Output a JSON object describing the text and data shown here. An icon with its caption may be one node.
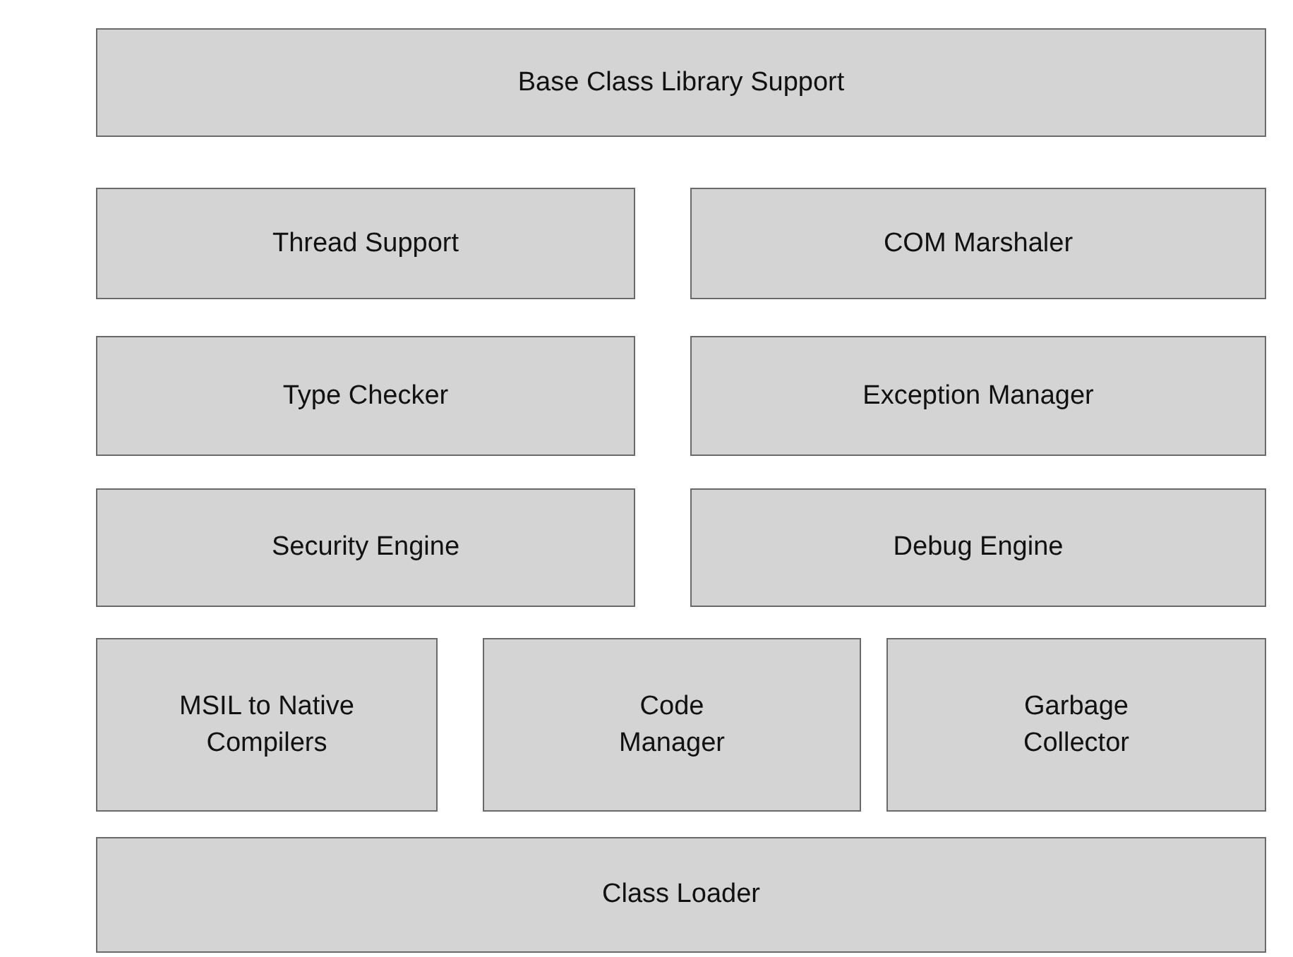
{
  "diagram": {
    "nodes": [
      {
        "text": [
          "Base Class Library Support"
        ]
      },
      {
        "text": [
          "Thread Support"
        ]
      },
      {
        "text": [
          "COM Marshaler"
        ]
      },
      {
        "text": [
          "Type Checker"
        ]
      },
      {
        "text": [
          "Exception Manager"
        ]
      },
      {
        "text": [
          "Security Engine"
        ]
      },
      {
        "text": [
          "Debug Engine"
        ]
      },
      {
        "text": [
          "MSIL to Native Compilers"
        ]
      },
      {
        "text": [
          "Code Manager"
        ]
      },
      {
        "text": [
          "Garbage Collector"
        ]
      },
      {
        "text": [
          "Class Loader"
        ]
      }
    ]
  }
}
